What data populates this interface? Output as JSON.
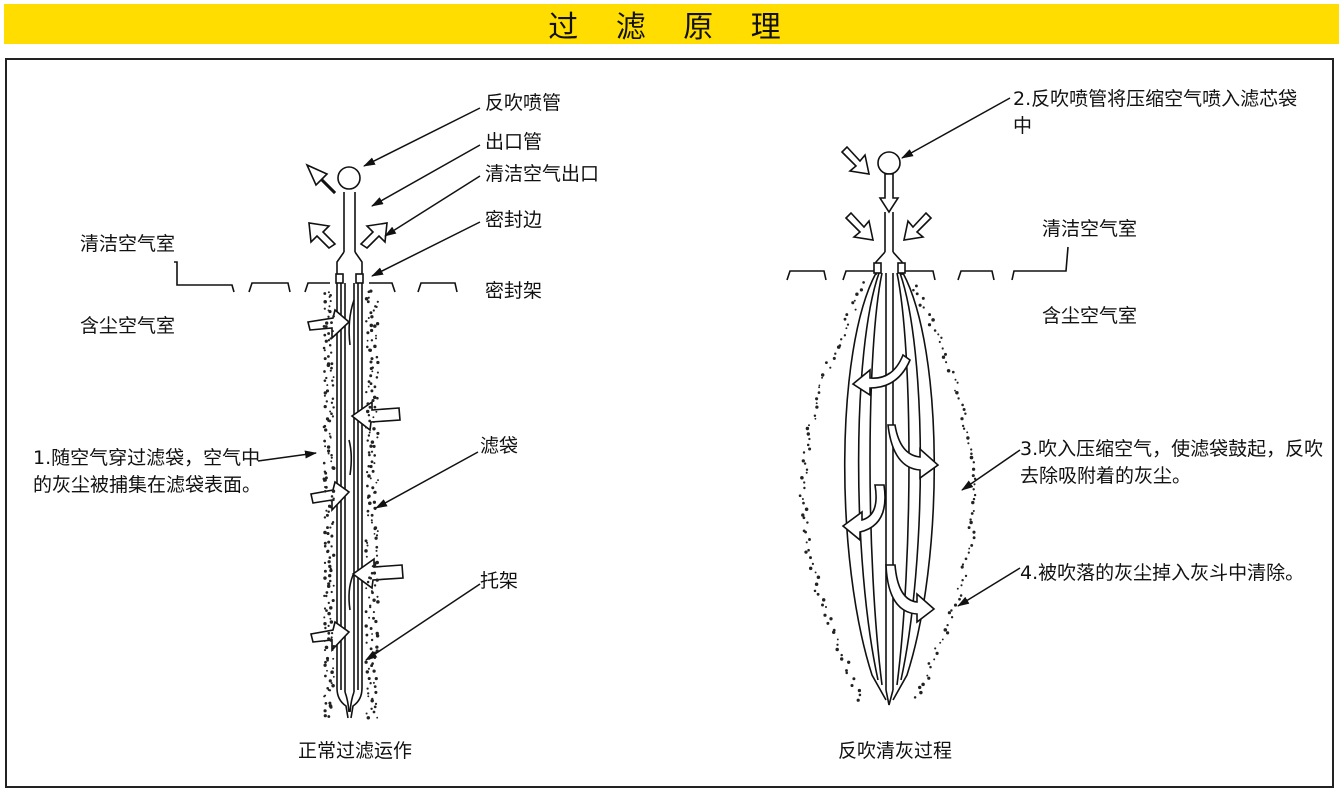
{
  "title": "过 滤 原 理",
  "left": {
    "reverse_pipe": "反吹喷管",
    "outlet_pipe": "出口管",
    "clean_air_outlet": "清洁空气出口",
    "seal_edge": "密封边",
    "clean_chamber": "清洁空气室",
    "seal_frame": "密封架",
    "dusty_chamber": "含尘空气室",
    "note_1": "1.随空气穿过滤袋，空气中的灰尘被捕集在滤袋表面。",
    "filter_bag": "滤袋",
    "cage": "托架",
    "caption": "正常过滤运作"
  },
  "right": {
    "note_2": "2.反吹喷管将压缩空气喷入滤芯袋中",
    "clean_chamber": "清洁空气室",
    "dusty_chamber": "含尘空气室",
    "note_3": "3.吹入压缩空气，使滤袋鼓起，反吹去除吸附着的灰尘。",
    "note_4": "4.被吹落的灰尘掉入灰斗中清除。",
    "caption": "反吹清灰过程"
  }
}
